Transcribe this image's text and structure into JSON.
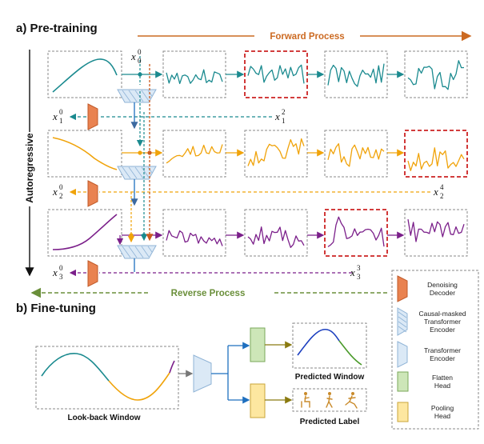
{
  "colors": {
    "teal": "#1a8a8f",
    "orange": "#f0a30a",
    "purple": "#7b1f8a",
    "rust": "#cc5a1e",
    "forward": "#cc6a22",
    "reverse": "#6a8f3a",
    "red_box": "#cc2222",
    "decoder_fill": "#e98250",
    "encoder_fill": "#dbe9f6",
    "encoder_stroke": "#8fb3d6",
    "flatten_fill": "#cde6b8",
    "pooling_fill": "#fde7a0",
    "fit_blue": "#1c3fbf",
    "fit_green": "#4a9a2a",
    "arrow_blue": "#1e6fbf"
  },
  "pretraining": {
    "title": "a) Pre-training",
    "forward_label": "Forward Process",
    "reverse_label": "Reverse Process",
    "side_label": "Autoregressive",
    "labels": {
      "x00": {
        "base": "x",
        "sup": "0",
        "sub": "0"
      },
      "x10": {
        "base": "x",
        "sup": "0",
        "sub": "1"
      },
      "x12": {
        "base": "x",
        "sup": "2",
        "sub": "1"
      },
      "x20": {
        "base": "x",
        "sup": "0",
        "sub": "2"
      },
      "x24": {
        "base": "x",
        "sup": "4",
        "sub": "2"
      },
      "x30": {
        "base": "x",
        "sup": "0",
        "sub": "3"
      },
      "x33": {
        "base": "x",
        "sup": "3",
        "sub": "3"
      }
    }
  },
  "finetuning": {
    "title": "b) Fine-tuning",
    "lookback_label": "Look-back Window",
    "predicted_window_label": "Predicted Window",
    "predicted_label_label": "Predicted Label"
  },
  "legend": {
    "items": [
      {
        "icon": "denoising-decoder-icon",
        "label": "Denoising\nDecoder"
      },
      {
        "icon": "causal-masked-encoder-icon",
        "label": "Causal-masked\nTransformer\nEncoder"
      },
      {
        "icon": "transformer-encoder-icon",
        "label": "Transformer\nEncoder"
      },
      {
        "icon": "flatten-head-icon",
        "label": "Flatten\nHead"
      },
      {
        "icon": "pooling-head-icon",
        "label": "Pooling\nHead"
      }
    ]
  }
}
